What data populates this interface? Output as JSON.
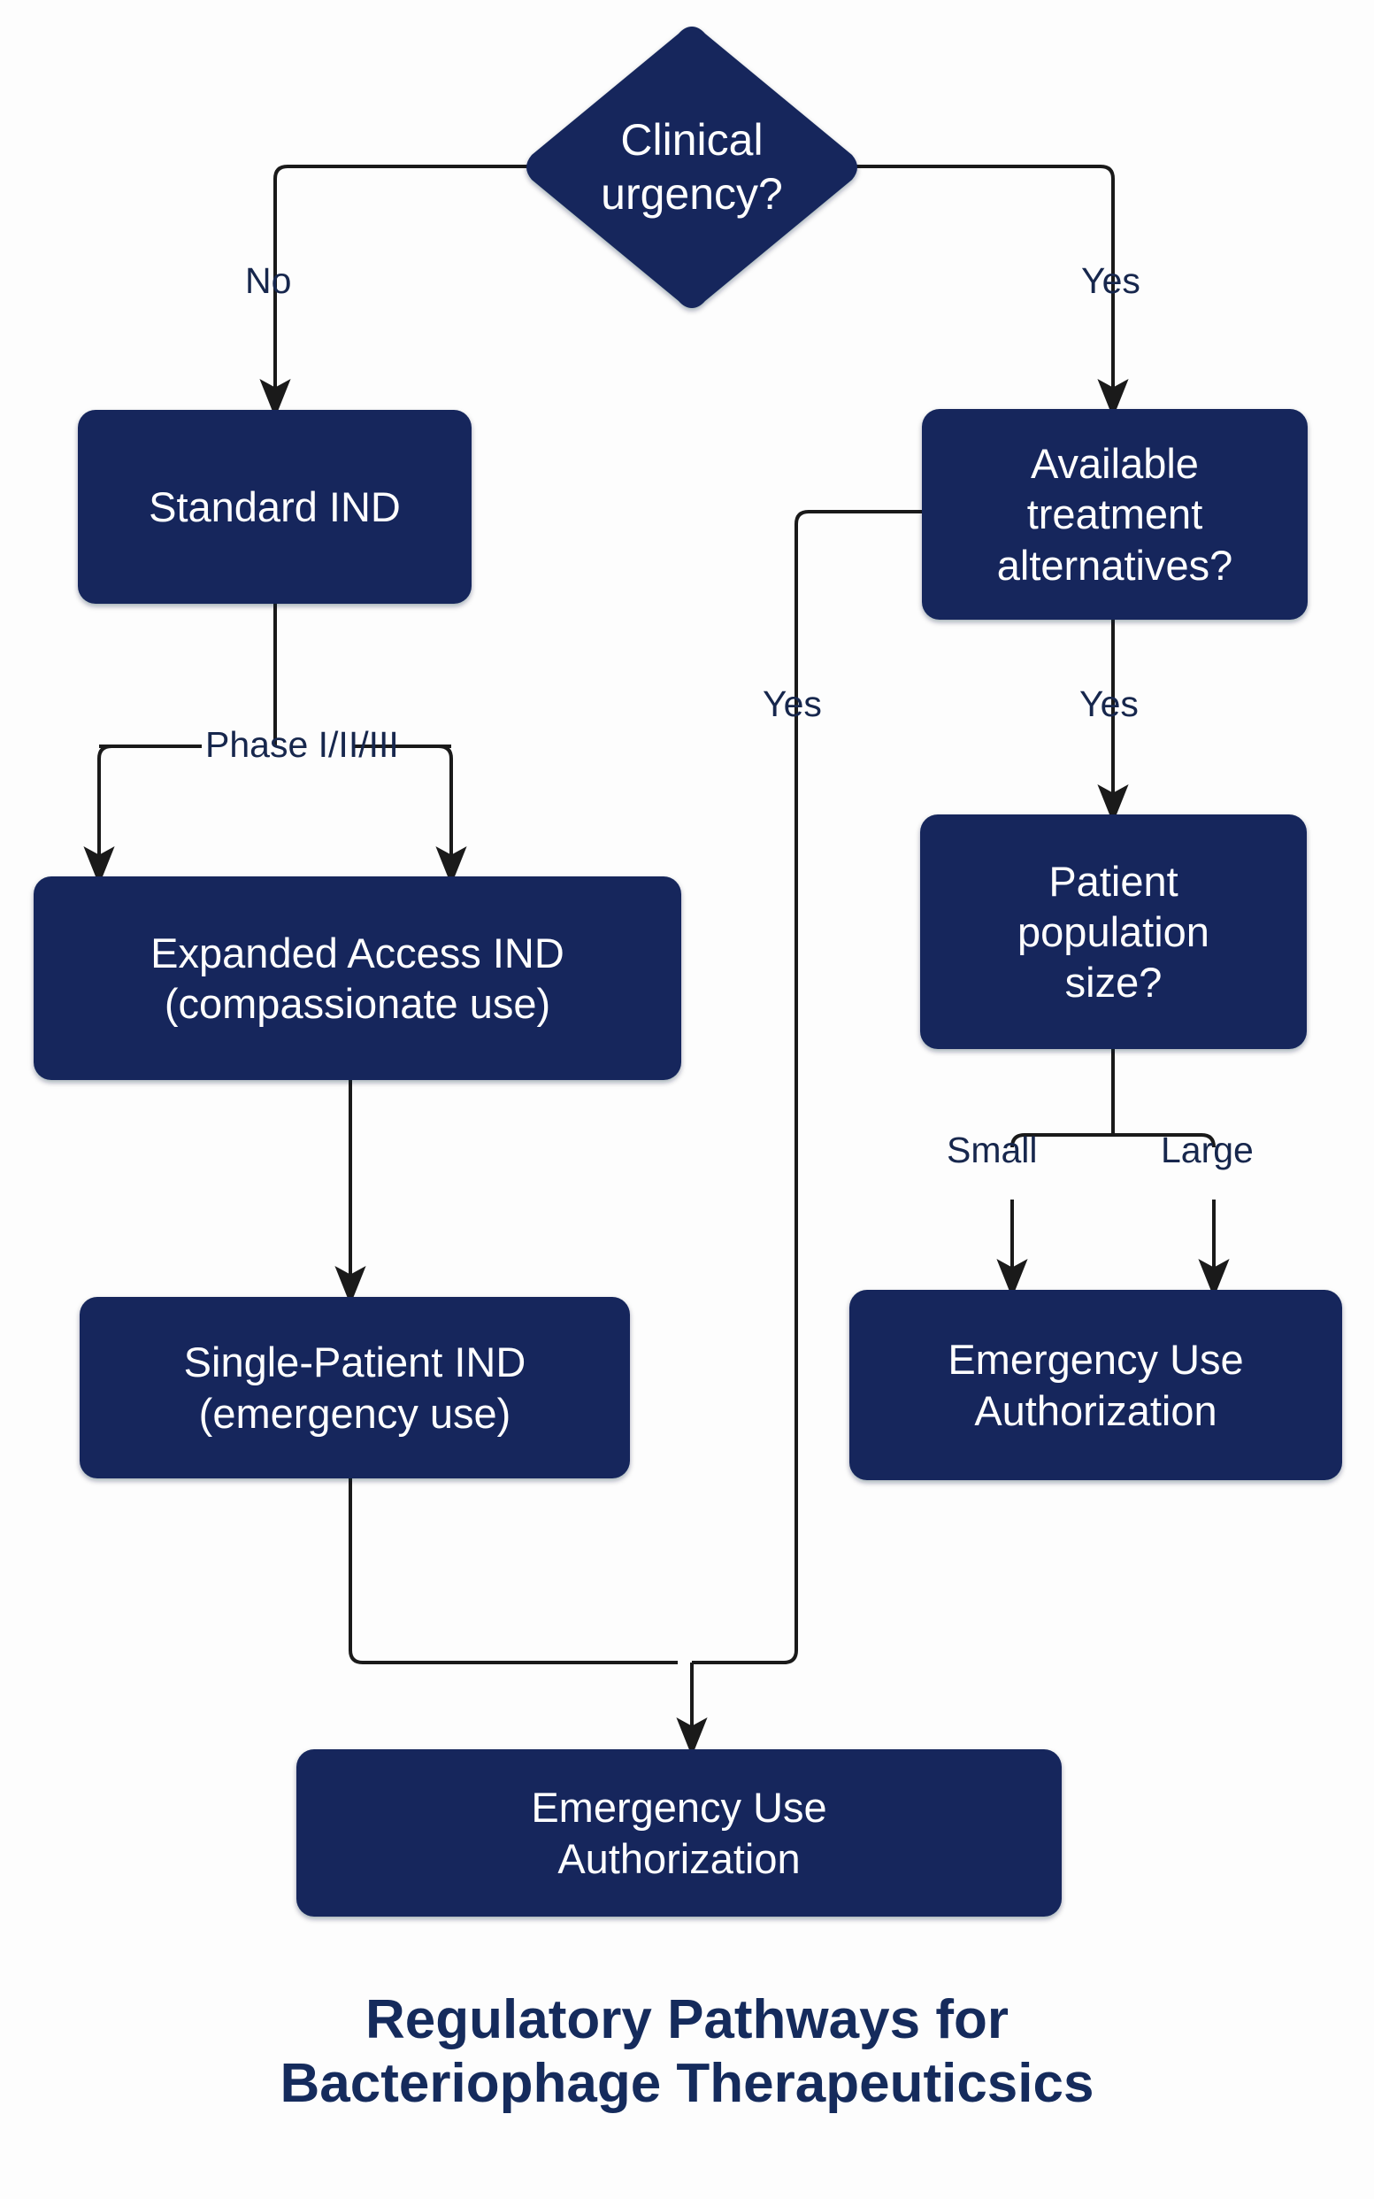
{
  "diagram": {
    "title": "Regulatory Pathways for\nBacteriophage Therapeuticsics",
    "title_line1": "Regulatory Pathways for",
    "title_line2": "Bacteriophage Therapeuticsics",
    "colors": {
      "node_fill": "#13285C",
      "node_text": "#ffffff",
      "edge_line": "#1a1a1a",
      "label_text": "#17274d",
      "background": "#fdfdfd",
      "title_text": "#152b5c"
    },
    "nodes": [
      {
        "id": "clinical-urgency",
        "shape": "diamond",
        "text": "Clinical\nurgency?"
      },
      {
        "id": "standard-ind",
        "shape": "rounded-rect",
        "text": "Standard IND"
      },
      {
        "id": "available-alternatives",
        "shape": "rounded-rect",
        "text": "Available\ntreatment\nalternatives?"
      },
      {
        "id": "expanded-access-ind",
        "shape": "rounded-rect",
        "text": "Expanded Access IND\n(compassionate use)"
      },
      {
        "id": "patient-population",
        "shape": "rounded-rect",
        "text": "Patient\npopulation\nsize?"
      },
      {
        "id": "single-patient-ind",
        "shape": "rounded-rect",
        "text": "Single-Patient IND\n(emergency use)"
      },
      {
        "id": "eua-right",
        "shape": "rounded-rect",
        "text": "Emergency Use\nAuthorization"
      },
      {
        "id": "eua-bottom",
        "shape": "rounded-rect",
        "text": "Emergency Use\nAuthorization"
      }
    ],
    "edge_labels": [
      {
        "id": "no-branch",
        "text": "No"
      },
      {
        "id": "yes-branch",
        "text": "Yes"
      },
      {
        "id": "phase-branch",
        "text": "Phase I/II/III"
      },
      {
        "id": "yes-alt-left",
        "text": "Yes"
      },
      {
        "id": "yes-alt-right",
        "text": "Yes"
      },
      {
        "id": "small-branch",
        "text": "Small"
      },
      {
        "id": "large-branch",
        "text": "Large"
      }
    ]
  }
}
